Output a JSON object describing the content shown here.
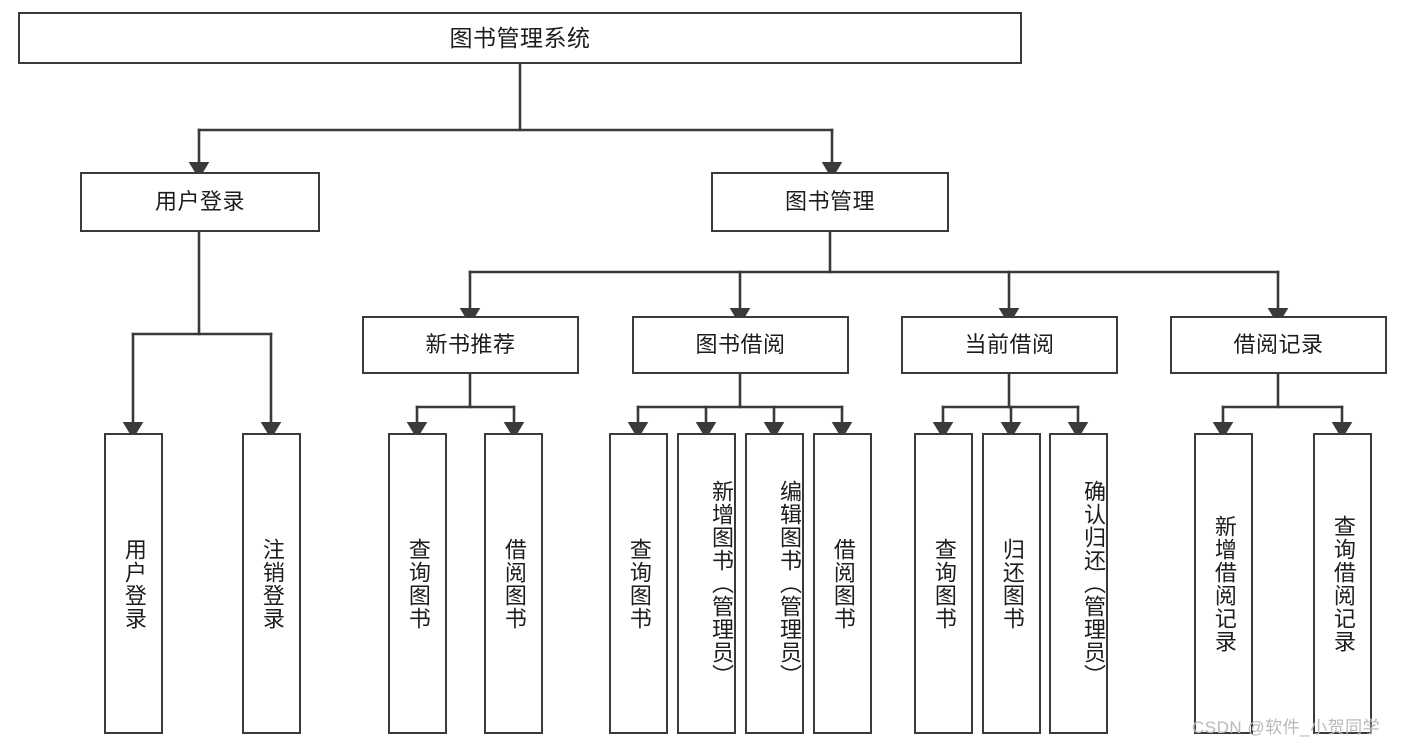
{
  "diagram": {
    "title": "图书管理系统",
    "type": "hierarchy-tree",
    "watermark": "CSDN @软件_小贺同学",
    "colors": {
      "box_border": "#3a3a3a",
      "box_fill": "#ffffff",
      "line": "#3a3a3a",
      "text": "#1d1d1d",
      "watermark": "#b9b9b9",
      "background": "#ffffff"
    },
    "nodes": {
      "root": {
        "label": "图书管理系统"
      },
      "level2": [
        {
          "id": "user-login",
          "label": "用户登录"
        },
        {
          "id": "book-manage",
          "label": "图书管理"
        }
      ],
      "level3": [
        {
          "id": "new-book-recommend",
          "label": "新书推荐"
        },
        {
          "id": "book-borrow",
          "label": "图书借阅"
        },
        {
          "id": "current-borrow",
          "label": "当前借阅"
        },
        {
          "id": "borrow-record",
          "label": "借阅记录"
        }
      ],
      "leaves": {
        "user-login": [
          {
            "id": "leaf-user-login",
            "label": "用户登录"
          },
          {
            "id": "leaf-user-logout",
            "label": "注销登录"
          }
        ],
        "new-book-recommend": [
          {
            "id": "leaf-query-book-1",
            "label": "查询图书"
          },
          {
            "id": "leaf-borrow-book-1",
            "label": "借阅图书"
          }
        ],
        "book-borrow": [
          {
            "id": "leaf-query-book-2",
            "label": "查询图书"
          },
          {
            "id": "leaf-add-book",
            "label": "新增图书（管理员）"
          },
          {
            "id": "leaf-edit-book",
            "label": "编辑图书（管理员）"
          },
          {
            "id": "leaf-borrow-book-2",
            "label": "借阅图书"
          }
        ],
        "current-borrow": [
          {
            "id": "leaf-query-book-3",
            "label": "查询图书"
          },
          {
            "id": "leaf-return-book",
            "label": "归还图书"
          },
          {
            "id": "leaf-confirm-return",
            "label": "确认归还（管理员）"
          }
        ],
        "borrow-record": [
          {
            "id": "leaf-add-record",
            "label": "新增借阅记录"
          },
          {
            "id": "leaf-query-record",
            "label": "查询借阅记录"
          }
        ]
      }
    }
  }
}
